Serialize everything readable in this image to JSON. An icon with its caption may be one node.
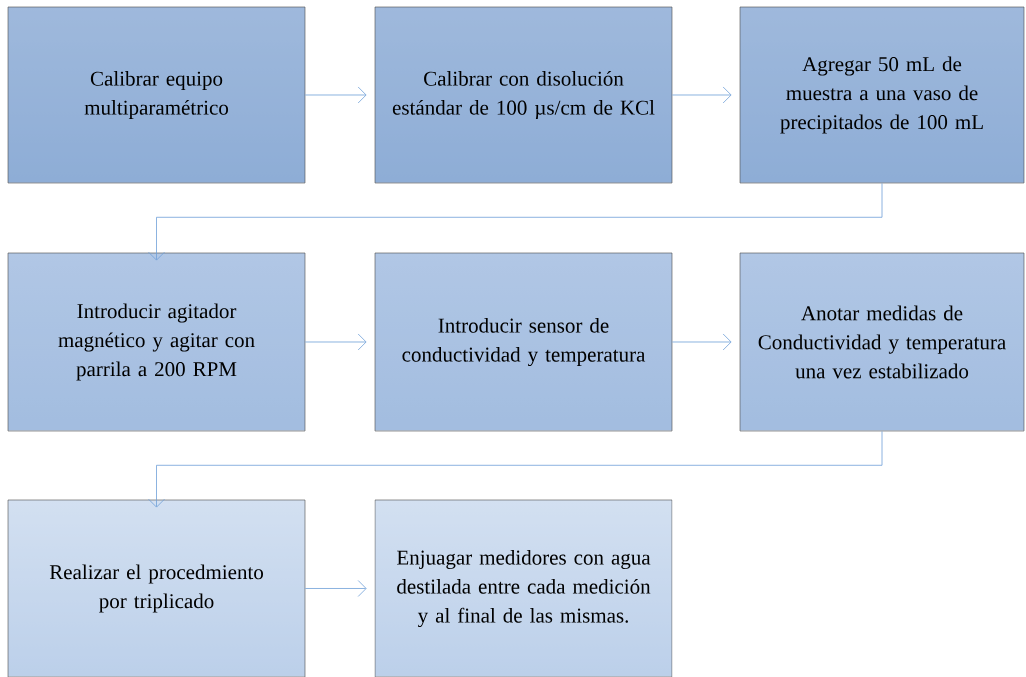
{
  "diagram": {
    "nodes": [
      {
        "text": [
          "Calibrar equipo multiparamétrico"
        ]
      },
      {
        "text": [
          "Calibrar con disolución estándar de 100 µs/cm de KCl"
        ]
      },
      {
        "text": [
          "Agregar 50 mL de muestra a una vaso de precipitados de 100 mL"
        ]
      },
      {
        "text": [
          "Introducir agitador magnético y agitar con parrila a 200 RPM"
        ]
      },
      {
        "text": [
          "Introducir sensor de conductividad y temperatura"
        ]
      },
      {
        "text": [
          "Anotar medidas de Conductividad y temperatura una vez estabilizado"
        ]
      },
      {
        "text": [
          "Realizar el procedmiento por triplicado"
        ]
      },
      {
        "text": [
          "Enjuagar medidores con agua destilada entre cada medición y al final de las mismas."
        ]
      }
    ],
    "edges": [
      {
        "from": 0,
        "to": 1,
        "arrow": "to"
      },
      {
        "from": 1,
        "to": 2,
        "arrow": "to"
      },
      {
        "from": 2,
        "to": 3,
        "arrow": "to"
      },
      {
        "from": 3,
        "to": 4,
        "arrow": "to"
      },
      {
        "from": 4,
        "to": 5,
        "arrow": "to"
      },
      {
        "from": 5,
        "to": 6,
        "arrow": "to"
      },
      {
        "from": 6,
        "to": 7,
        "arrow": "to"
      }
    ]
  }
}
